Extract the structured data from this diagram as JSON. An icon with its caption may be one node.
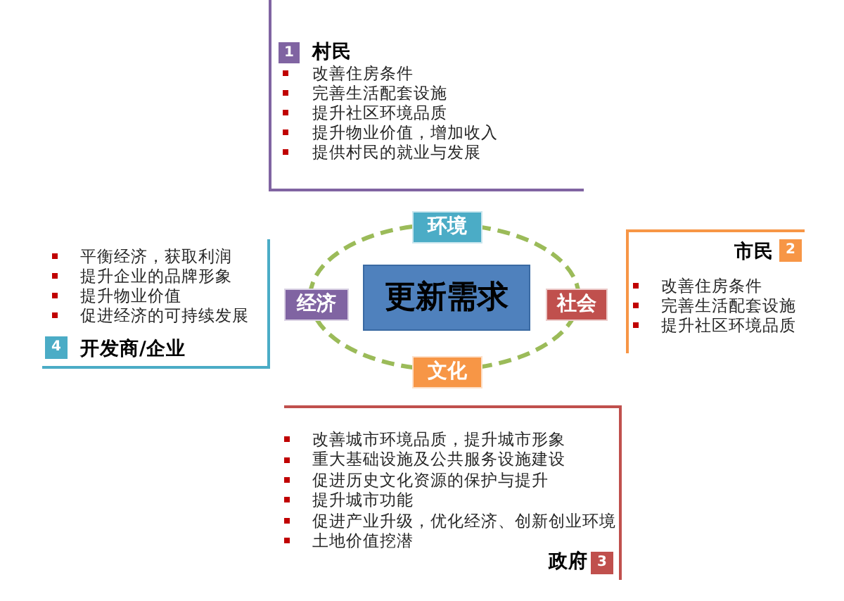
{
  "diagram": {
    "nodes": [
      {
        "text": [
          "村民",
          "改善住房条件",
          "完善生活配套设施",
          "提升社区环境品质",
          "提升物业价值，增加收入",
          "提供村民的就业与发展"
        ]
      },
      {
        "text": [
          "1"
        ],
        "in": 0
      },
      {
        "text": [
          "市民",
          "改善住房条件",
          "完善生活配套设施",
          "提升社区环境品质"
        ]
      },
      {
        "text": [
          "2"
        ],
        "in": 2
      },
      {
        "text": [
          "平衡经济，获取利润",
          "提升企业的品牌形象",
          "提升物业价值",
          "促进经济的可持续发展",
          "开发商/企业"
        ]
      },
      {
        "text": [
          "4"
        ],
        "in": 4
      },
      {
        "text": [],
        "shape": "ellipse"
      },
      {
        "text": [
          "环境"
        ]
      },
      {
        "text": [
          "经济"
        ]
      },
      {
        "text": [
          "更新需求"
        ],
        "in": 6
      },
      {
        "text": [
          "社会"
        ]
      },
      {
        "text": [
          "文化"
        ]
      },
      {
        "text": [
          "改善城市环境品质，提升城市形象",
          "重大基础设施及公共服务设施建设",
          "促进历史文化资源的保护与提升",
          "提升城市功能",
          "促进产业升级，优化经济、创新创业环境",
          "土地价值挖潜",
          "政府"
        ]
      },
      {
        "text": [
          "3"
        ],
        "in": 12
      }
    ]
  }
}
